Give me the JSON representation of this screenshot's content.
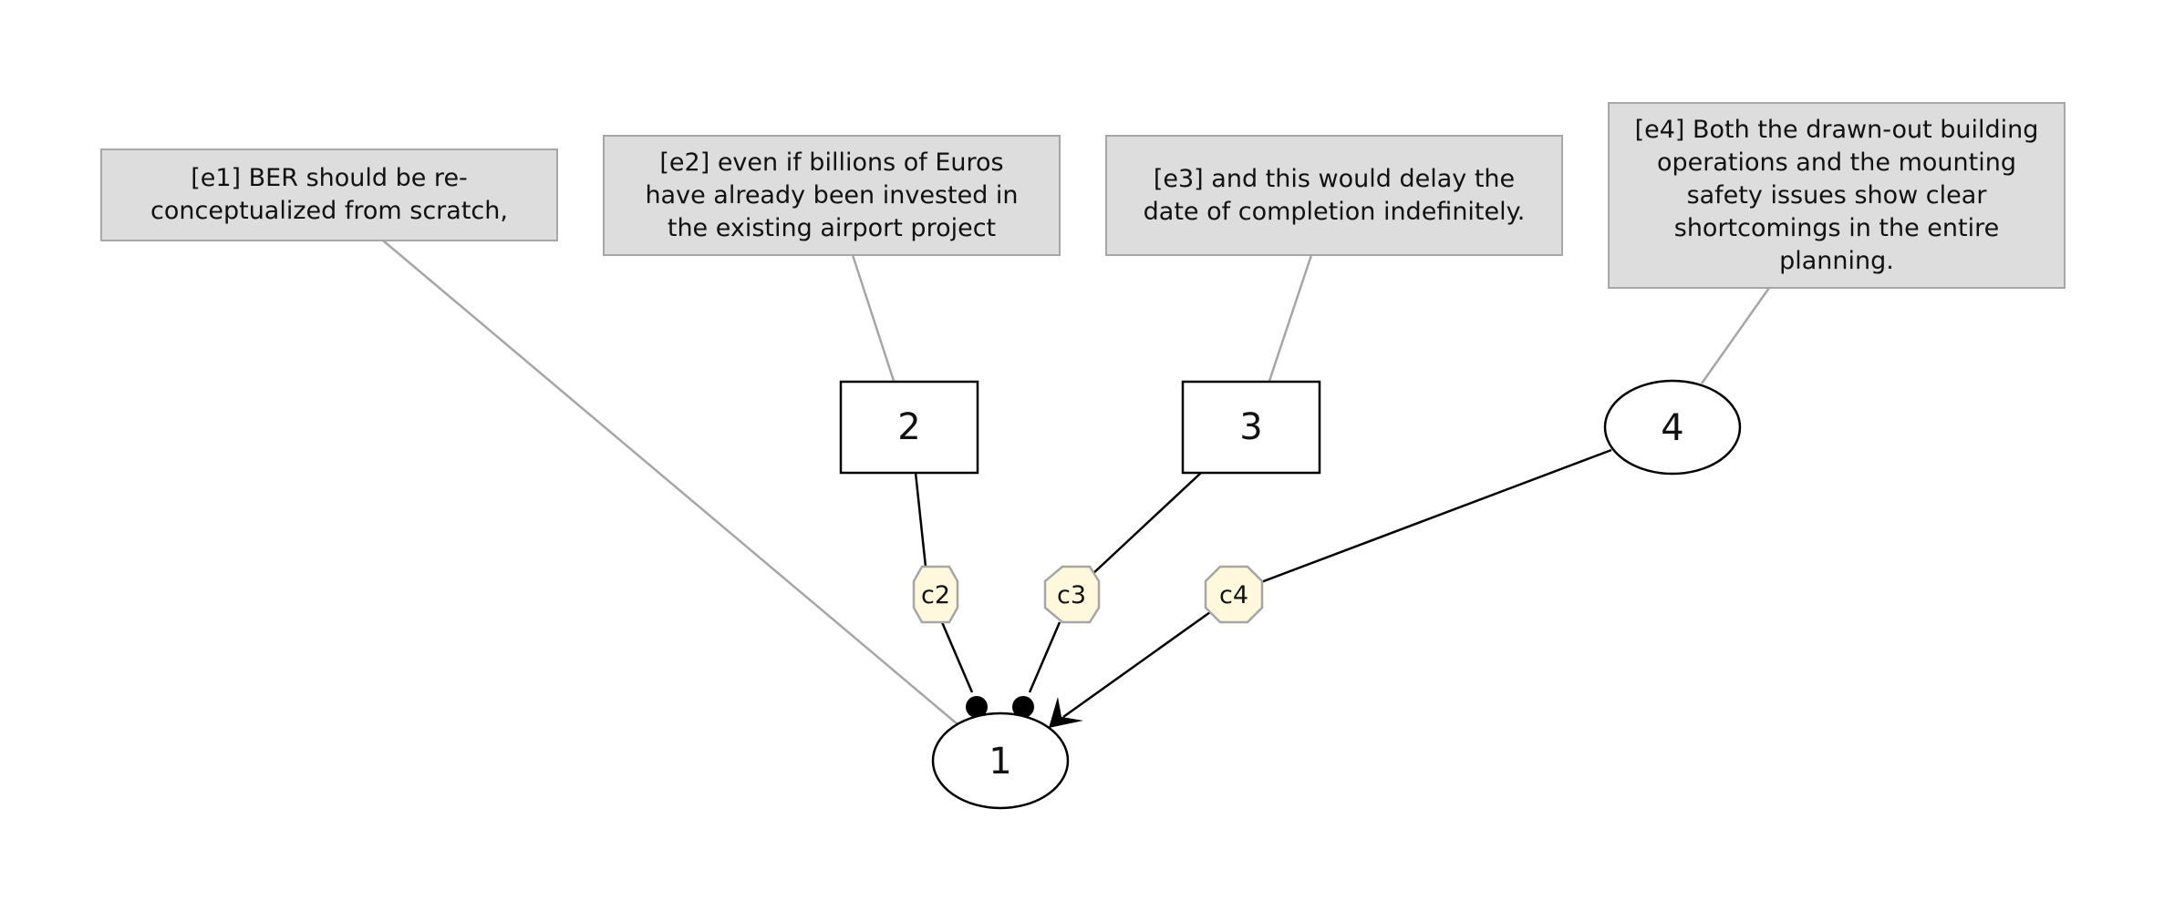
{
  "edus": [
    {
      "id": "e1",
      "text": "[e1] BER should be re-conceptualized from scratch,"
    },
    {
      "id": "e2",
      "text": "[e2] even if billions of Euros have already been invested in the existing airport project"
    },
    {
      "id": "e3",
      "text": "[e3] and this would delay the date of completion indefinitely."
    },
    {
      "id": "e4",
      "text": "[e4] Both the drawn-out building operations and the mounting safety issues show clear shortcomings in the entire planning."
    }
  ],
  "nodes": [
    {
      "id": "1",
      "label": "1",
      "shape": "ellipse"
    },
    {
      "id": "2",
      "label": "2",
      "shape": "box"
    },
    {
      "id": "3",
      "label": "3",
      "shape": "box"
    },
    {
      "id": "4",
      "label": "4",
      "shape": "ellipse"
    }
  ],
  "connectors": [
    {
      "id": "c2",
      "label": "c2"
    },
    {
      "id": "c3",
      "label": "c3"
    },
    {
      "id": "c4",
      "label": "c4"
    }
  ],
  "colors": {
    "edu_fill": "#dddddd",
    "edu_border": "#a6a6a6",
    "connector_fill": "#fff8dc",
    "connector_border": "#a6a6a6",
    "edge": "#000000",
    "edu_link": "#a6a6a6"
  }
}
